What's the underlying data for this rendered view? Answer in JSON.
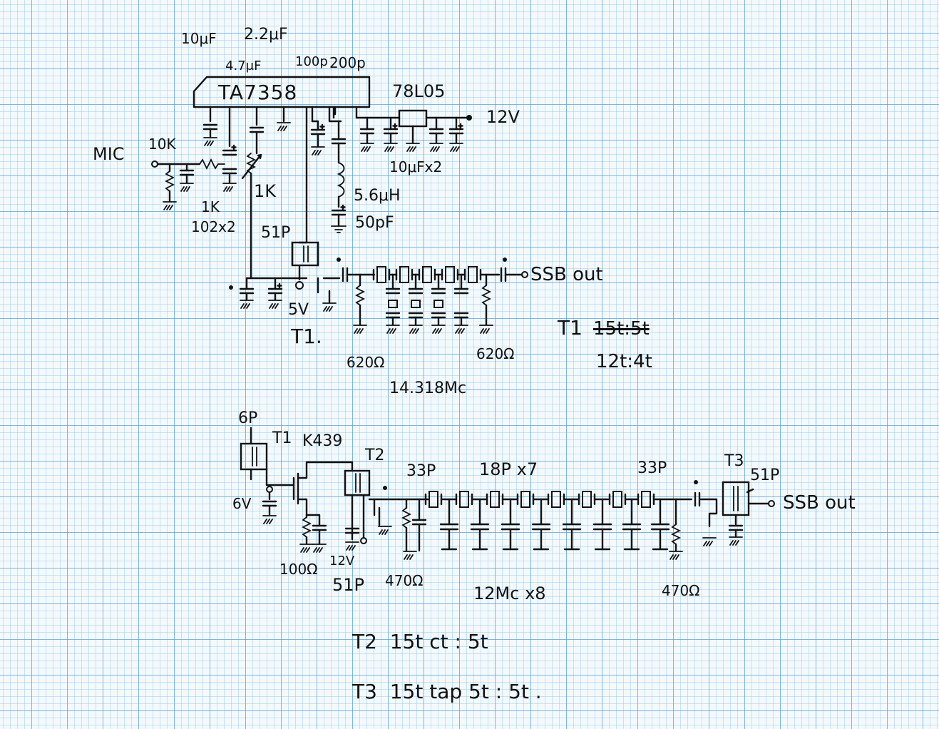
{
  "colors": {
    "paper": "#f3f9fc",
    "grid": "#4696c8",
    "ink": "#111111"
  },
  "upper": {
    "cap_10uf": "10μF",
    "cap_2_2uf": "2.2μF",
    "cap_4_7uf": "4.7μF",
    "cap_100p": "100p",
    "cap_200p": "200p",
    "ic_label": "TA7358",
    "reg_label": "78L05",
    "supply_12v": "12V",
    "mic_label": "MIC",
    "res_10k": "10K",
    "res_1k_a": "1K",
    "res_1k_b": "1K",
    "cap_102x2": "102x2",
    "cap_10ufx2": "10μFx2",
    "ind_5_6uh": "5.6μH",
    "cap_50pf": "50pF",
    "cap_51p": "51P",
    "supply_5v": "5V",
    "t1_label": "T1.",
    "ssb_out": "SSB out",
    "res_620_left": "620Ω",
    "res_620_right": "620Ω",
    "crystal_freq": "14.318Mc",
    "t1_ratio_label": "T1",
    "t1_ratio_old": "15t:5t",
    "t1_ratio_new": "12t:4t"
  },
  "lower": {
    "cap_6p": "6P",
    "t1_label": "T1",
    "fet_label": "K439",
    "t2_label": "T2",
    "cap_33p_left": "33P",
    "cap_18px7": "18P x7",
    "cap_33p_right": "33P",
    "t3_label": "T3",
    "cap_51p_out": "51P",
    "ssb_out": "SSB out",
    "supply_6v": "6V",
    "res_100": "100Ω",
    "supply_12v": "12V",
    "cap_51p_bottom": "51P",
    "res_470_left": "470Ω",
    "crystals": "12Mc x8",
    "res_470_right": "470Ω"
  },
  "notes": {
    "t2_winding": "T2  15t ct : 5t",
    "t3_winding": "T3  15t tap 5t : 5t ."
  }
}
